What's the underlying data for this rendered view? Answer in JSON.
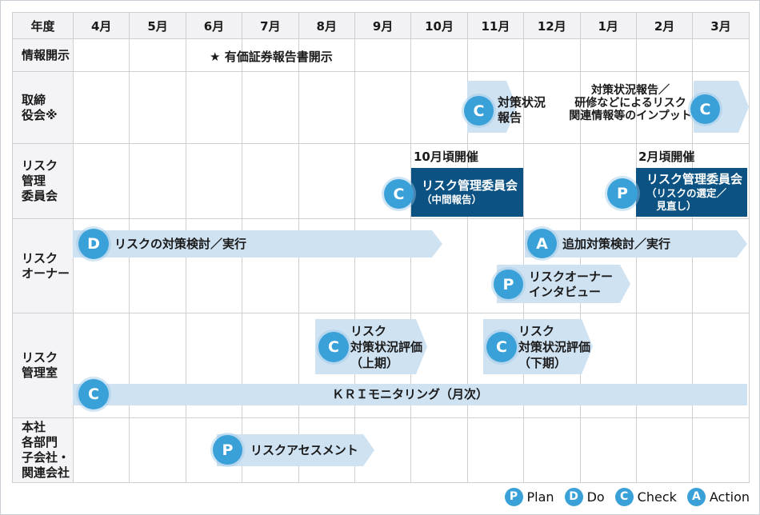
{
  "table": {
    "corner": "年度",
    "months": [
      "4月",
      "5月",
      "6月",
      "7月",
      "8月",
      "9月",
      "10月",
      "11月",
      "12月",
      "1月",
      "2月",
      "3月"
    ],
    "row_labels": {
      "disclosure": "情報開示",
      "board": "取締\n役会※",
      "committee": "リスク\n管理\n委員会",
      "owner": "リスク\nオーナー",
      "office": "リスク\n管理室",
      "group": "本社\n各部門\n子会社・\n関連会社"
    }
  },
  "disclosure": {
    "star": "★",
    "text": "有価証券報告書開示"
  },
  "board": {
    "arrow1": {
      "badge": "C",
      "text": "対策状況\n報告"
    },
    "note": "対策状況報告／\n研修などによるリスク\n関連情報等のインプット",
    "arrow2": {
      "badge": "C"
    }
  },
  "committee": {
    "oct": {
      "caption": "10月頃開催",
      "badge": "C",
      "title": "リスク管理委員会",
      "subtitle": "（中間報告）"
    },
    "feb": {
      "caption": "2月頃開催",
      "badge": "P",
      "title": "リスク管理委員会",
      "subtitle": "（リスクの選定／\n　見直し）"
    }
  },
  "owner": {
    "do_arrow": {
      "badge": "D",
      "text": "リスクの対策検討／実行"
    },
    "action_arrow": {
      "badge": "A",
      "text": "追加対策検討／実行"
    },
    "interview": {
      "badge": "P",
      "text": "リスクオーナー\nインタビュー"
    }
  },
  "office": {
    "first_half": {
      "badge": "C",
      "text": "リスク\n対策状況評価\n（上期）"
    },
    "second_half": {
      "badge": "C",
      "text": "リスク\n対策状況評価\n（下期）"
    },
    "kri": {
      "badge": "C",
      "text": "ＫＲＩモニタリング（月次）"
    }
  },
  "group": {
    "assessment": {
      "badge": "P",
      "text": "リスクアセスメント"
    }
  },
  "legend": {
    "items": [
      {
        "letter": "P",
        "label": "Plan"
      },
      {
        "letter": "D",
        "label": "Do"
      },
      {
        "letter": "C",
        "label": "Check"
      },
      {
        "letter": "A",
        "label": "Action"
      }
    ]
  },
  "colors": {
    "badge_blue": "#3aa0d8",
    "arrow_light_blue": "#cfe2f2",
    "box_dark_blue": "#0c5384",
    "grid_line": "#cfcfcf",
    "header_bg": "#f3f3f5"
  }
}
